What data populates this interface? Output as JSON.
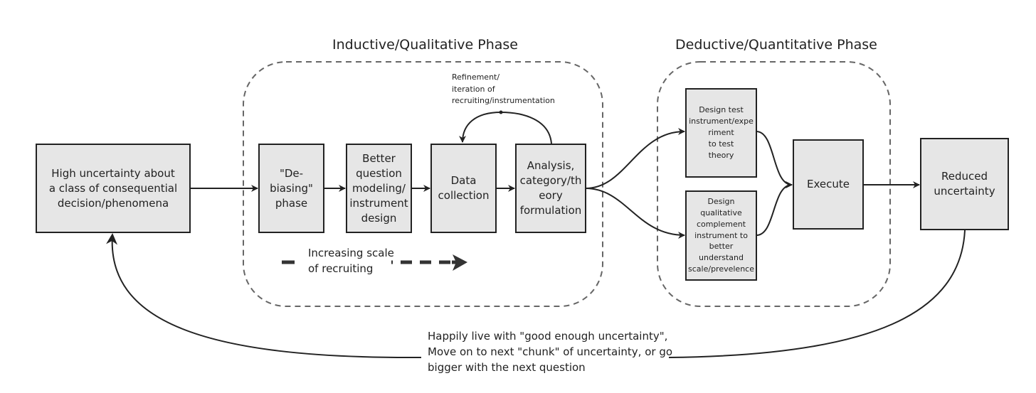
{
  "phases": {
    "inductive": "Inductive/Qualitative Phase",
    "deductive": "Deductive/Quantitative Phase"
  },
  "boxes": {
    "high_uncertainty": "High uncertainty about\na class of consequential\ndecision/phenomena",
    "debiasing": "\"De-\nbiasing\"\nphase",
    "better_question": "Better\nquestion\nmodeling/\ninstrument\ndesign",
    "data_collection": "Data\ncollection",
    "analysis": "Analysis,\ncategory/th\neory\nformulation",
    "design_test": "Design test\ninstrument/expe\nriment\nto test\ntheory",
    "design_qualitative": "Design\nqualitative\ncomplement\ninstrument to\nbetter\nunderstand\nscale/prevelence",
    "execute": "Execute",
    "reduced": "Reduced\nuncertainty"
  },
  "notes": {
    "refinement": "Refinement/\niteration of\nrecruiting/instrumentation",
    "scale": "Increasing scale\nof recruiting",
    "loop": "Happily live with \"good enough uncertainty\",\nMove on to next \"chunk\" of uncertainty, or go\nbigger with the next question"
  },
  "colors": {
    "line": "#222222",
    "box_fill": "#e6e6e6",
    "dashed_border": "#666666"
  }
}
